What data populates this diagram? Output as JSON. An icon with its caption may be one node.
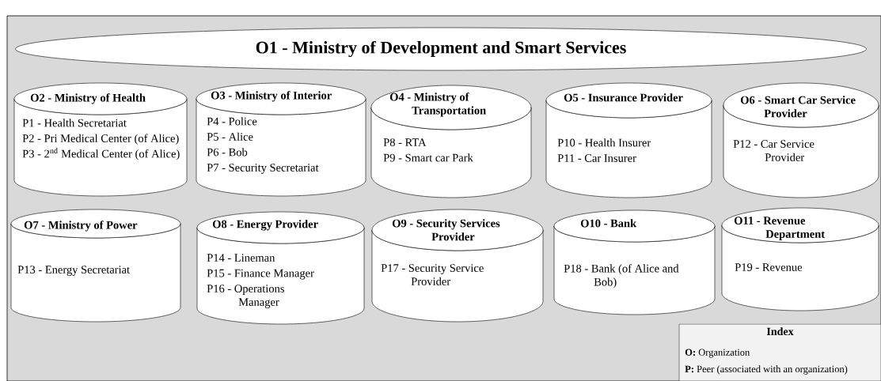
{
  "diagram": {
    "nodes": [
      {
        "text": [
          "O1 - Ministry of Development and Smart Services"
        ]
      },
      {
        "text": [
          "O2 - Ministry of Health",
          "P1 - Health Secretariat",
          "P2 - Pri Medical Center (of Alice)",
          "P3 - 2$^{nd}$ Medical Center (of Alice)"
        ]
      },
      {
        "text": [
          "O3 - Ministry of Interior",
          "P4 - Police",
          "P5 - Alice",
          "P6 - Bob",
          "P7 - Security Secretariat"
        ]
      },
      {
        "text": [
          "O4 - Ministry of Transportation",
          "P8 - RTA",
          "P9 - Smart car Park"
        ]
      },
      {
        "text": [
          "O5 - Insurance Provider",
          "P10 - Health Insurer",
          "P11 - Car Insurer"
        ]
      },
      {
        "text": [
          "O6 - Smart Car Service Provider",
          "P12 - Car Service Provider"
        ]
      },
      {
        "text": [
          "O7 - Ministry of Power",
          "P13 - Energy Secretariat"
        ]
      },
      {
        "text": [
          "O8 - Energy Provider",
          "P14 - Lineman",
          "P15 - Finance Manager",
          "P16 - Operations Manager"
        ]
      },
      {
        "text": [
          "O9 - Security Services Provider",
          "P17 - Security Service Provider"
        ]
      },
      {
        "text": [
          "O10 - Bank",
          "P18 - Bank (of Alice and Bob)"
        ]
      },
      {
        "text": [
          "O11 - Revenue Department",
          "P19 - Revenue"
        ]
      },
      {
        "text": [
          "Index",
          "**O:** Organization",
          "**P:** Peer (associated with an organization)"
        ]
      }
    ]
  }
}
